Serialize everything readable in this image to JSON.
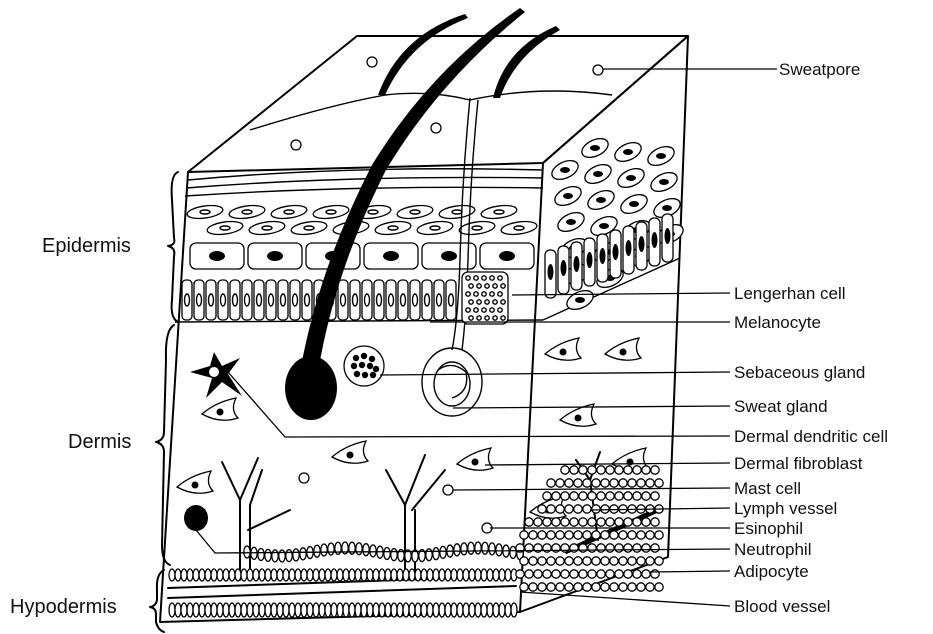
{
  "layers": {
    "epidermis": "Epidermis",
    "dermis": "Dermis",
    "hypodermis": "Hypodermis"
  },
  "labels": {
    "sweatpore": "Sweatpore",
    "langerhans_cell": "Lengerhan cell",
    "melanocyte": "Melanocyte",
    "sebaceous_gland": "Sebaceous gland",
    "sweat_gland": "Sweat gland",
    "dermal_dendritic_cell": "Dermal dendritic cell",
    "dermal_fibroblast": "Dermal fibroblast",
    "mast_cell": "Mast cell",
    "lymph_vessel": "Lymph vessel",
    "esinophil": "Esinophil",
    "neutrophil": "Neutrophil",
    "adipocyte": "Adipocyte",
    "blood_vessel": "Blood vessel"
  }
}
